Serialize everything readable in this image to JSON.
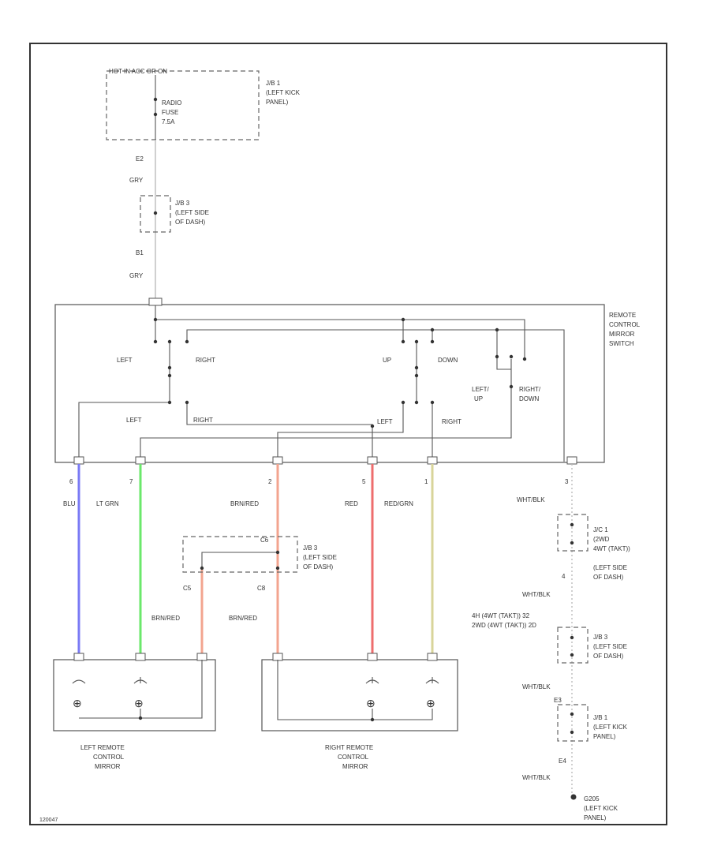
{
  "colors": {
    "blu": "#7a7af5",
    "lt_grn": "#6be86b",
    "brn_red": "#f3a48f",
    "red": "#ee6d6d",
    "red_grn": "#d8d49a"
  },
  "top": {
    "hot_label": "HOT IN ACC OR ON",
    "fuse_label": [
      "RADIO",
      "FUSE",
      "7.5A"
    ],
    "jb1_label": [
      "J/B 1",
      "(LEFT KICK",
      "PANEL)"
    ],
    "pin_e2": "E2",
    "wire_gry_1": "GRY",
    "jb3_label": [
      "J/B 3",
      "(LEFT SIDE",
      "OF DASH)"
    ],
    "pin_b1": "B1",
    "wire_gry_2": "GRY"
  },
  "switch": {
    "title": [
      "REMOTE",
      "CONTROL",
      "MIRROR",
      "SWITCH"
    ],
    "left_top": "LEFT",
    "right_top": "RIGHT",
    "up": "UP",
    "down": "DOWN",
    "left_bottom": "LEFT",
    "right_bottom": "RIGHT",
    "left2": "LEFT",
    "right2": "RIGHT",
    "left_up": [
      "LEFT/",
      "UP"
    ],
    "right_down": [
      "RIGHT/",
      "DOWN"
    ]
  },
  "wires": {
    "pin_6": "6",
    "pin_7": "7",
    "pin_2": "2",
    "pin_5": "5",
    "pin_1": "1",
    "pin_3": "3",
    "blu": "BLU",
    "lt_grn": "LT GRN",
    "brn_red": "BRN/RED",
    "red": "RED",
    "red_grn": "RED/GRN",
    "wht_blk": "WHT/BLK",
    "brn_red_2": "BRN/RED",
    "brn_red_3": "BRN/RED"
  },
  "junction": {
    "pin_c6": "C6",
    "pin_c5": "C5",
    "pin_c8": "C8",
    "jb3_label": [
      "J/B 3",
      "(LEFT SIDE",
      "OF DASH)"
    ]
  },
  "right_side": {
    "jc1_label": [
      "J/C 1",
      "(2WD",
      "4WT (TAKT))"
    ],
    "left_side_dash": [
      "(LEFT SIDE",
      "OF DASH)"
    ],
    "pin_4": "4",
    "wht_blk_1": "WHT/BLK",
    "note_4h": "4H (4WT (TAKT)) 32",
    "note_2wd": "2WD (4WT (TAKT)) 2D",
    "jb3_label": [
      "J/B 3",
      "(LEFT SIDE",
      "OF DASH)"
    ],
    "wht_blk_2": "WHT/BLK",
    "pin_e3": "E3",
    "jb1_label": [
      "J/B 1",
      "(LEFT KICK",
      "PANEL)"
    ],
    "pin_e4": "E4",
    "wht_blk_3": "WHT/BLK",
    "ground_label": [
      "G205",
      "(LEFT KICK",
      "PANEL)"
    ]
  },
  "mirrors": {
    "left_label": [
      "LEFT REMOTE",
      "CONTROL",
      "MIRROR"
    ],
    "right_label": [
      "RIGHT REMOTE",
      "CONTROL",
      "MIRROR"
    ]
  },
  "footer": {
    "code": "120047"
  }
}
